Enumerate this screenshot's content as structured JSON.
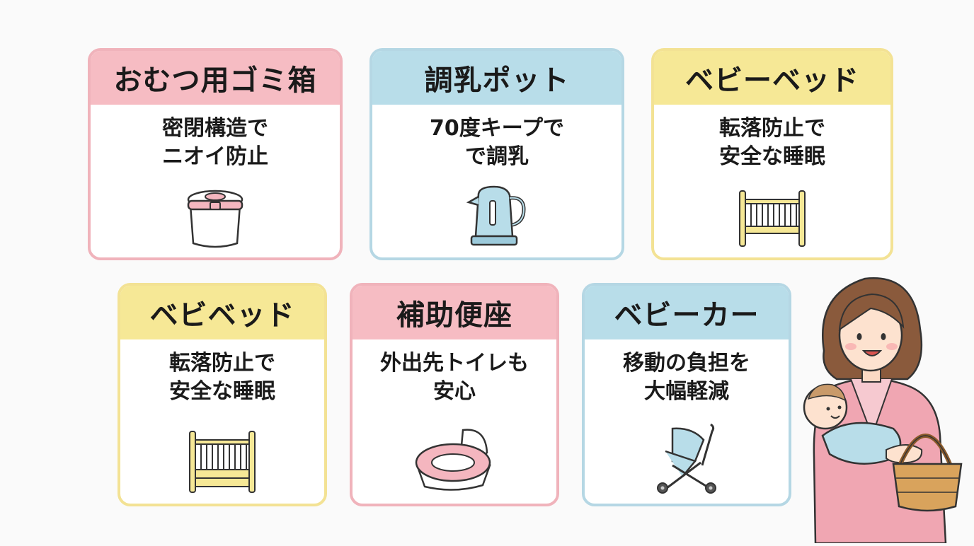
{
  "cards": [
    {
      "title": "おむつ用ゴミ箱",
      "line1": "密閉構造で",
      "line2": "ニオイ防止",
      "icon": "diaper-bin-icon",
      "color": "pink"
    },
    {
      "title": "調乳ポット",
      "line1": "70度キープで",
      "line2": "で調乳",
      "icon": "electric-kettle-icon",
      "color": "blue"
    },
    {
      "title": "ベビーベッド",
      "line1": "転落防止で",
      "line2": "安全な睡眠",
      "icon": "baby-crib-icon",
      "color": "yellow"
    },
    {
      "title": "ベビベッド",
      "line1": "転落防止で",
      "line2": "安全な睡眠",
      "icon": "baby-crib-icon",
      "color": "yellow"
    },
    {
      "title": "補助便座",
      "line1": "外出先トイレも",
      "line2": "安心",
      "icon": "potty-seat-icon",
      "color": "pink"
    },
    {
      "title": "ベビーカー",
      "line1": "移動の負担を",
      "line2": "大幅軽減",
      "icon": "stroller-icon",
      "color": "blue"
    }
  ],
  "colors": {
    "pink": "#f6bcc3",
    "blue": "#b8dde9",
    "yellow": "#f6e896"
  },
  "illustration": "mother-holding-baby-with-basket"
}
